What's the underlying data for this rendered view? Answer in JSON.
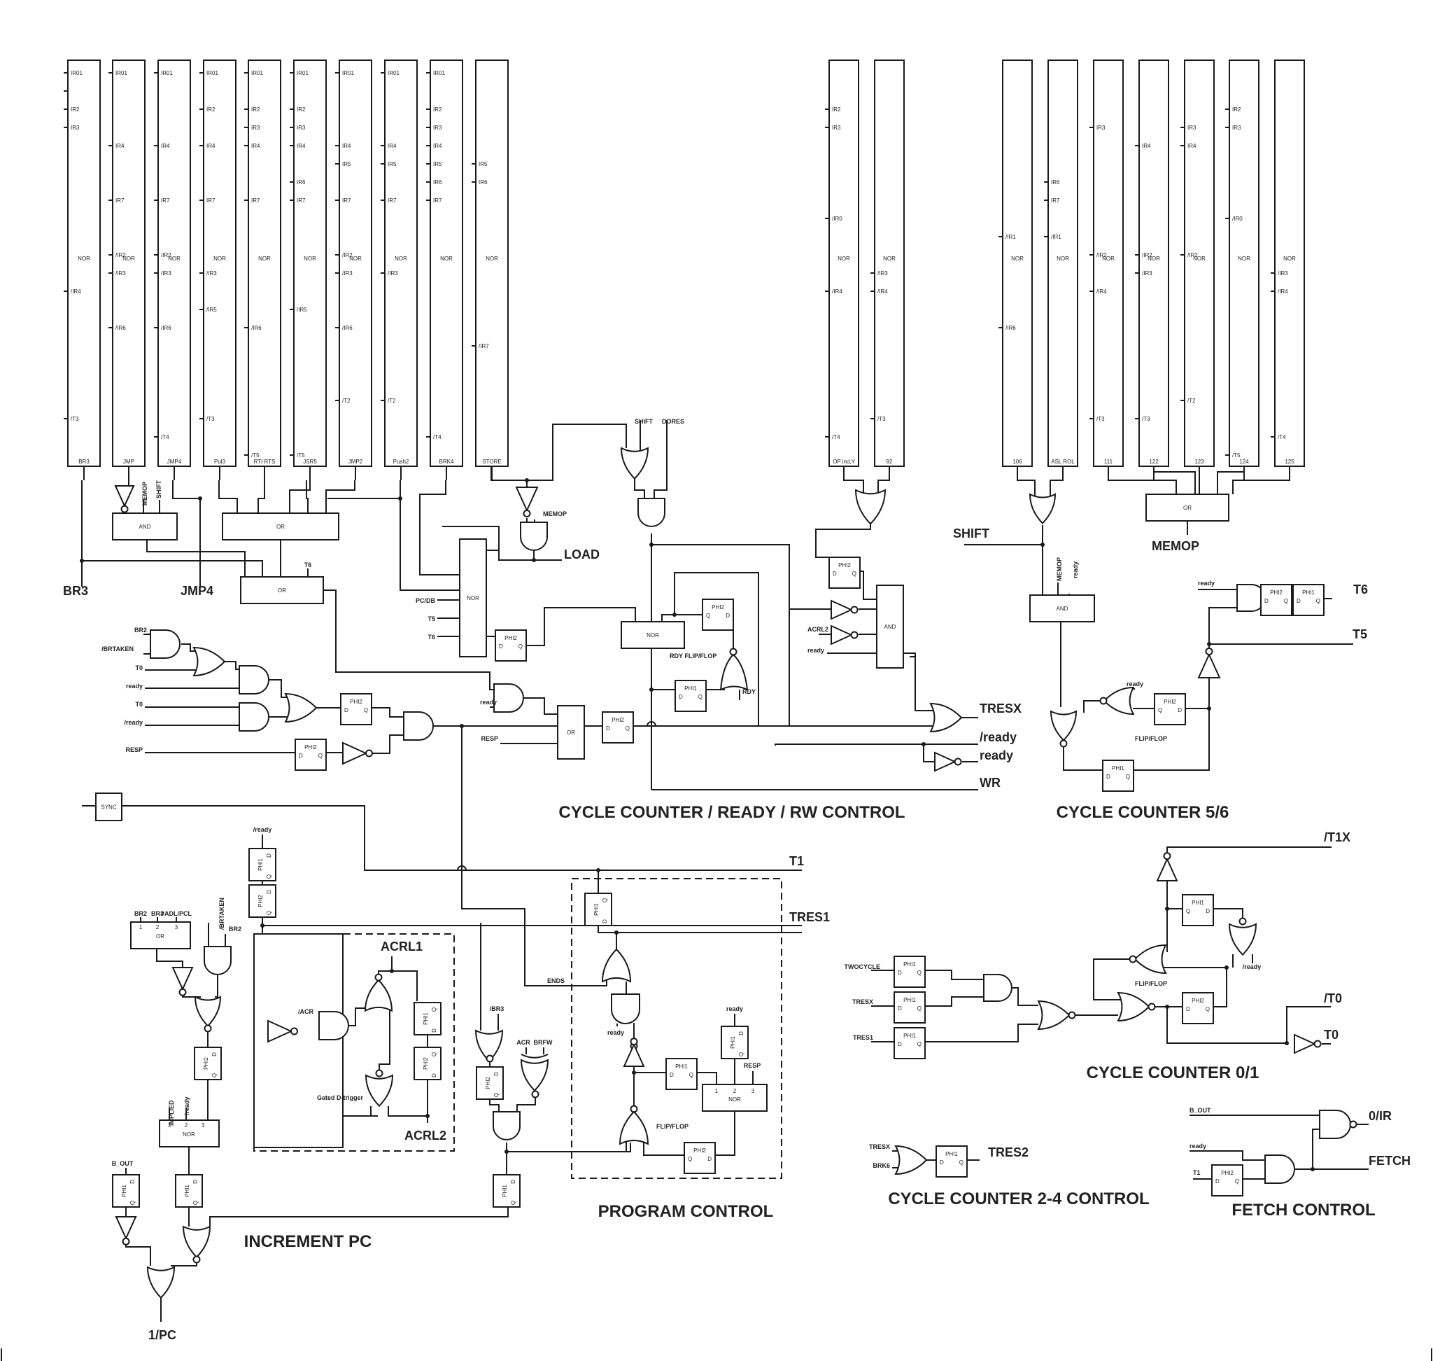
{
  "diagram": {
    "titles": {
      "cycle_counter_ready_rw": "CYCLE COUNTER / READY / RW CONTROL",
      "cycle_counter_5_6": "CYCLE COUNTER 5/6",
      "increment_pc": "INCREMENT PC",
      "program_control": "PROGRAM CONTROL",
      "cycle_counter_0_1": "CYCLE COUNTER 0/1",
      "cycle_counter_2_4": "CYCLE COUNTER 2-4 CONTROL",
      "fetch_control": "FETCH CONTROL"
    },
    "decoders_left": [
      {
        "name": "BR3",
        "inputs": [
          "IR01",
          "",
          "IR2",
          "IR3",
          "/IR4",
          "/T3"
        ]
      },
      {
        "name": "JMP",
        "inputs": [
          "IR01",
          "IR4",
          "IR7",
          "/IR2",
          "/IR3",
          "/IR6"
        ]
      },
      {
        "name": "JMP4",
        "inputs": [
          "IR01",
          "IR4",
          "IR7",
          "/IR2",
          "/IR3",
          "/IR6",
          "/T4"
        ]
      },
      {
        "name": "Pul3",
        "inputs": [
          "IR01",
          "IR2",
          "IR4",
          "IR7",
          "/IR3",
          "/IR5",
          "/T3"
        ]
      },
      {
        "name": "RTI RTS",
        "inputs": [
          "IR01",
          "IR2",
          "IR3",
          "IR4",
          "IR7",
          "/IR6",
          "/T5"
        ]
      },
      {
        "name": "JSR5",
        "inputs": [
          "IR01",
          "IR2",
          "IR3",
          "IR4",
          "IR6",
          "IR7",
          "/IR5",
          "/T5"
        ]
      },
      {
        "name": "JMP2",
        "inputs": [
          "IR01",
          "IR4",
          "IR5",
          "IR7",
          "/IR2",
          "/IR3",
          "/IR6",
          "/T2"
        ]
      },
      {
        "name": "Push2",
        "inputs": [
          "IR01",
          "IR4",
          "IR5",
          "IR7",
          "/IR3",
          "/T2"
        ]
      },
      {
        "name": "BRK4",
        "inputs": [
          "IR01",
          "IR2",
          "IR3",
          "IR4",
          "IR5",
          "IR6",
          "IR7",
          "/T4"
        ]
      },
      {
        "name": "STORE",
        "inputs": [
          "IR5",
          "IR6",
          "/IR7"
        ]
      }
    ],
    "decoders_mid": [
      {
        "name": "OP ind,Y",
        "inputs": [
          "IR2",
          "IR3",
          "/IR0",
          "/IR4",
          "/T4"
        ]
      },
      {
        "name": "92",
        "inputs": [
          "/IR3",
          "/IR4",
          "/T3"
        ]
      }
    ],
    "decoders_right": [
      {
        "name": "106",
        "inputs": [
          "/IR1",
          "/IR6"
        ]
      },
      {
        "name": "ASL ROL",
        "inputs": [
          "IR6",
          "IR7",
          "/IR1"
        ]
      },
      {
        "name": "111",
        "inputs": [
          "IR3",
          "/IR2",
          "/IR4",
          "/T3"
        ]
      },
      {
        "name": "122",
        "inputs": [
          "IR4",
          "/IR2",
          "/IR3",
          "/T3"
        ]
      },
      {
        "name": "123",
        "inputs": [
          "IR3",
          "IR4",
          "/IR2",
          "/T2"
        ]
      },
      {
        "name": "124",
        "inputs": [
          "IR2",
          "IR3",
          "/IR0",
          "/T5"
        ]
      },
      {
        "name": "125",
        "inputs": [
          "/IR3",
          "/IR4",
          "/T4"
        ]
      }
    ],
    "gate_labels": {
      "nor": "NOR",
      "or": "OR",
      "and": "AND",
      "phi1": "PHI1",
      "phi2": "PHI2",
      "d": "D",
      "q": "Q",
      "sync": "SYNC"
    },
    "signals": {
      "memop": "MEMOP",
      "shift": "SHIFT",
      "t6": "T6",
      "t5": "T5",
      "br3": "BR3",
      "jmp4": "JMP4",
      "dores": "DORES",
      "load": "LOAD",
      "pcdb": "PC/DB",
      "br2": "BR2",
      "brtaken": "/BRTAKEN",
      "t0": "T0",
      "ready": "ready",
      "nready": "/ready",
      "resp": "RESP",
      "rdy_ff": "RDY FLIP/FLOP",
      "rdy": "RDY",
      "acrl2": "ACRL2",
      "acrl1": "ACRL1",
      "tresx": "TRESX",
      "wr": "WR",
      "t1": "T1",
      "tres1": "TRES1",
      "ends": "ENDS",
      "adlpcl": "#ADL/PCL",
      "implied": "IMPLIED",
      "b_out": "B_OUT",
      "pc1": "1/PC",
      "acr_n": "/ACR",
      "acr": "ACR",
      "brfw": "BRFW",
      "br3n": "/BR3",
      "gated": "Gated D-trigger",
      "flipflop": "FLIP/FLOP",
      "twocycle": "TWOCYCLE",
      "t1x": "/T1X",
      "t0n": "/T0",
      "brk6": "BRK6",
      "tres2": "TRES2",
      "ir0": "0/IR",
      "fetch": "FETCH",
      "n1": "1",
      "n2": "2",
      "n3": "3"
    }
  }
}
